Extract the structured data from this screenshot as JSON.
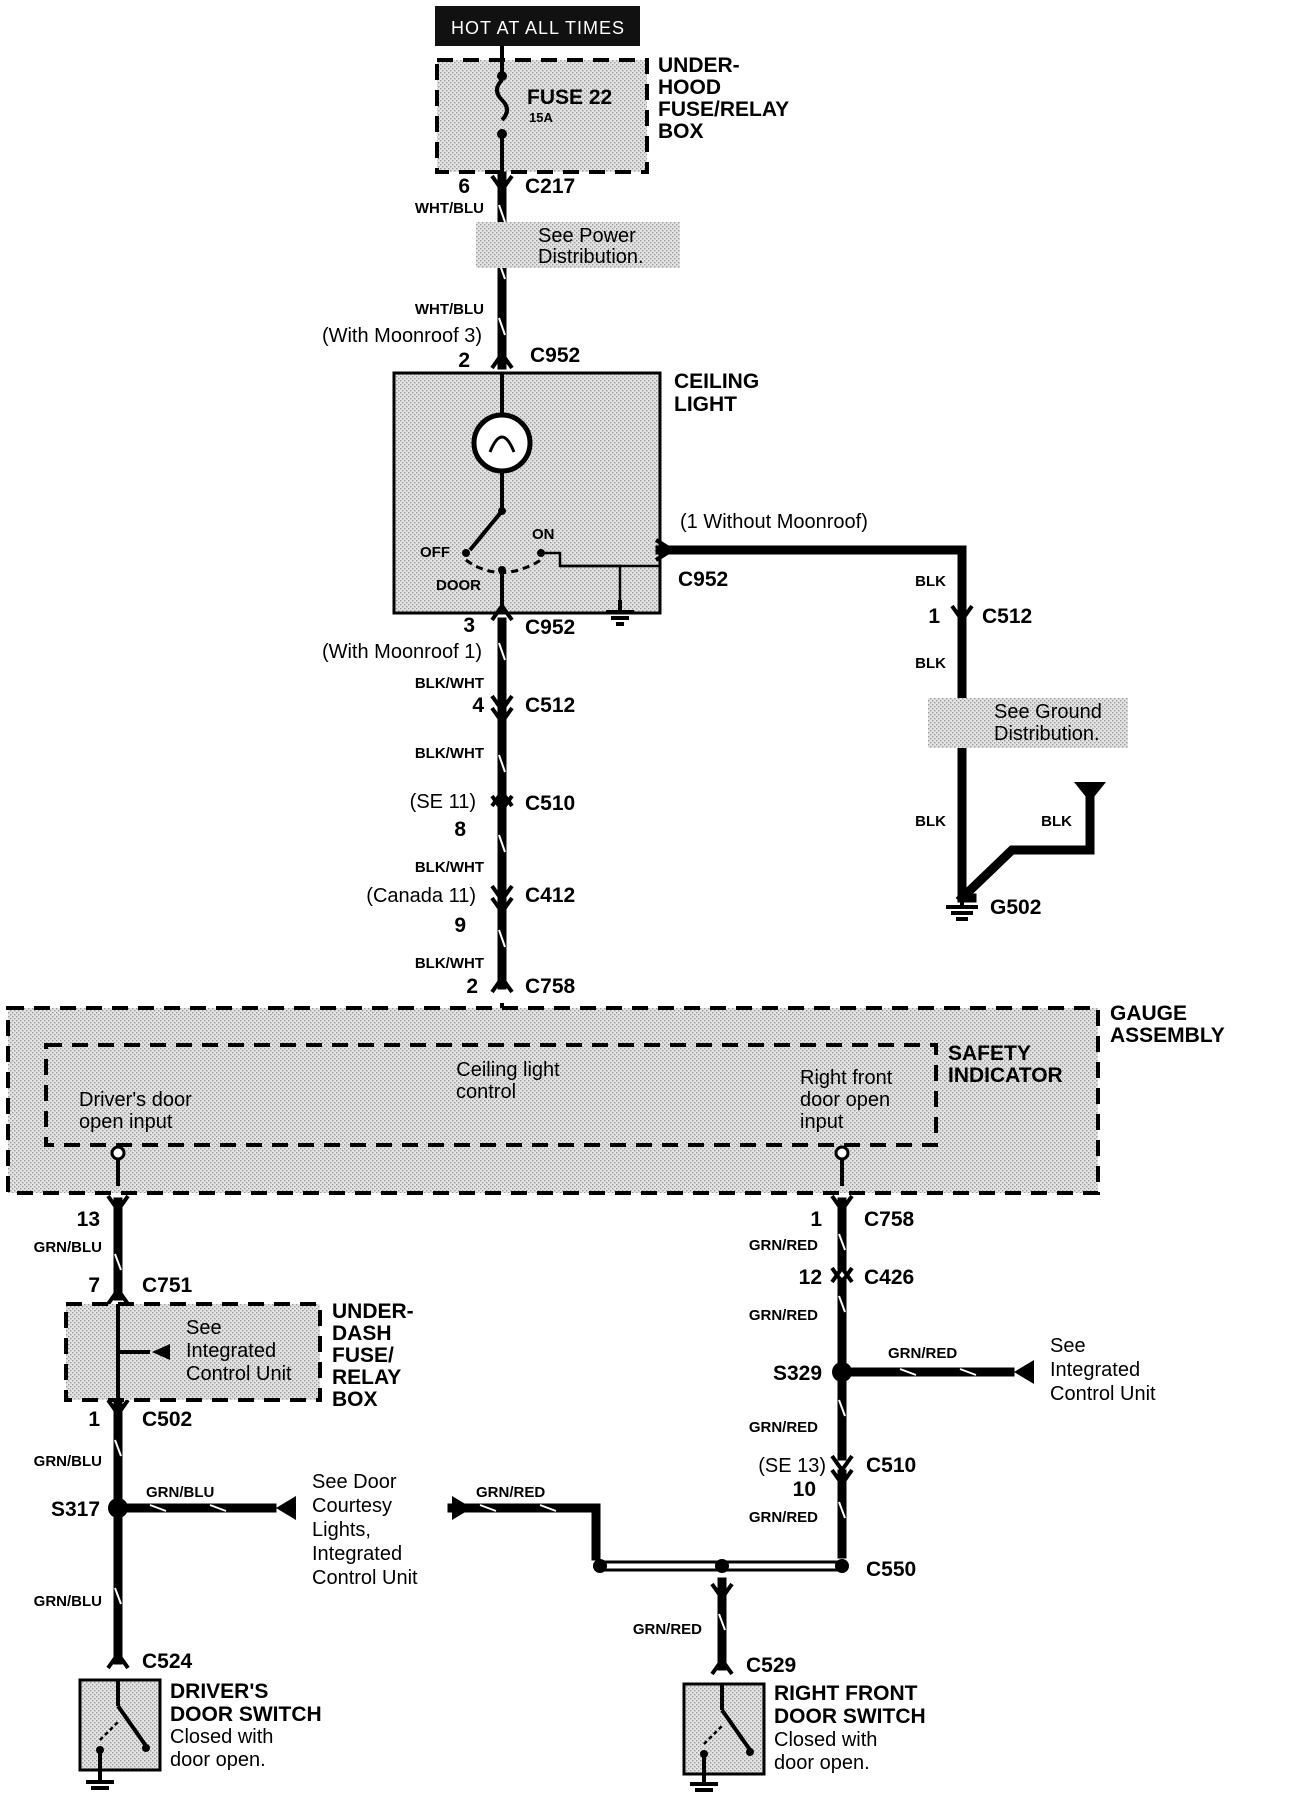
{
  "header": {
    "hot_label": "HOT AT ALL TIMES",
    "colors": {
      "hot_bg": "#111111",
      "hot_text": "#ffffff",
      "shade": "#d9d9d9"
    }
  },
  "fuse_box": {
    "fuse": "FUSE  22",
    "rating": "15A",
    "name_1": "UNDER-",
    "name_2": "HOOD",
    "name_3": "FUSE/RELAY",
    "name_4": "BOX"
  },
  "connectors": {
    "c217": "C217",
    "c217_pin": "6",
    "c952_top": "C952",
    "c952_top_pin": "2",
    "c952_right": "C952",
    "c952_bot": "C952",
    "c952_bot_pin": "3",
    "c512_left": "C512",
    "c512_left_pin": "4",
    "c512_right": "C512",
    "c512_right_pin": "1",
    "c510_left": "C510",
    "c510_left_pin": "8",
    "c412": "C412",
    "c412_pin": "9",
    "c758_top": "C758",
    "c758_top_pin": "2",
    "c758_bot": "C758",
    "c758_bot_pin": "1",
    "c751": "C751",
    "c751_pin": "7",
    "c502": "C502",
    "c502_pin": "1",
    "c426": "C426",
    "c426_pin": "12",
    "c510_right": "C510",
    "c510_right_pin": "10",
    "c550": "C550",
    "c524": "C524",
    "c529": "C529",
    "gauge_pin_left": "13"
  },
  "wires": {
    "wht_blu": "WHT/BLU",
    "blk_wht": "BLK/WHT",
    "blk": "BLK",
    "grn_blu": "GRN/BLU",
    "grn_red": "GRN/RED"
  },
  "notes": {
    "power_dist_1": "See Power",
    "power_dist_2": "Distribution.",
    "with_moonroof_3": "(With Moonroof  3)",
    "with_moonroof_1": "(With Moonroof 1)",
    "without_moonroof": "(1 Without Moonroof)",
    "se11": "(SE 11)",
    "canada11": "(Canada 11)",
    "se13": "(SE 13)",
    "ground_dist_1": "See Ground",
    "ground_dist_2": "Distribution.",
    "icu_1": "See",
    "icu_2": "Integrated",
    "icu_3": "Control Unit",
    "right_icu_1": "See",
    "right_icu_2": "Integrated",
    "right_icu_3": "Control Unit",
    "door_courtesy_1": "See  Door",
    "door_courtesy_2": "Courtesy",
    "door_courtesy_3": "Lights,",
    "door_courtesy_4": "Integrated",
    "door_courtesy_5": "Control Unit"
  },
  "ceiling_light": {
    "name_1": "CEILING",
    "name_2": "LIGHT",
    "off": "OFF",
    "on": "ON",
    "door": "DOOR"
  },
  "ground": {
    "g502": "G502"
  },
  "gauge": {
    "name_1": "GAUGE",
    "name_2": "ASSEMBLY",
    "safety_1": "SAFETY",
    "safety_2": "INDICATOR",
    "ctrl_1": "Ceiling light",
    "ctrl_2": "control",
    "drv_1": "Driver's door",
    "drv_2": "open input",
    "rf_1": "Right front",
    "rf_2": "door open",
    "rf_3": "input"
  },
  "under_dash": {
    "name_1": "UNDER-",
    "name_2": "DASH",
    "name_3": "FUSE/",
    "name_4": "RELAY",
    "name_5": "BOX"
  },
  "splices": {
    "s317": "S317",
    "s329": "S329"
  },
  "switches": {
    "driver_1": "DRIVER'S",
    "driver_2": "DOOR SWITCH",
    "driver_3": "Closed with",
    "driver_4": "door open.",
    "rf_1": "RIGHT FRONT",
    "rf_2": "DOOR SWITCH",
    "rf_3": "Closed with",
    "rf_4": "door open."
  }
}
